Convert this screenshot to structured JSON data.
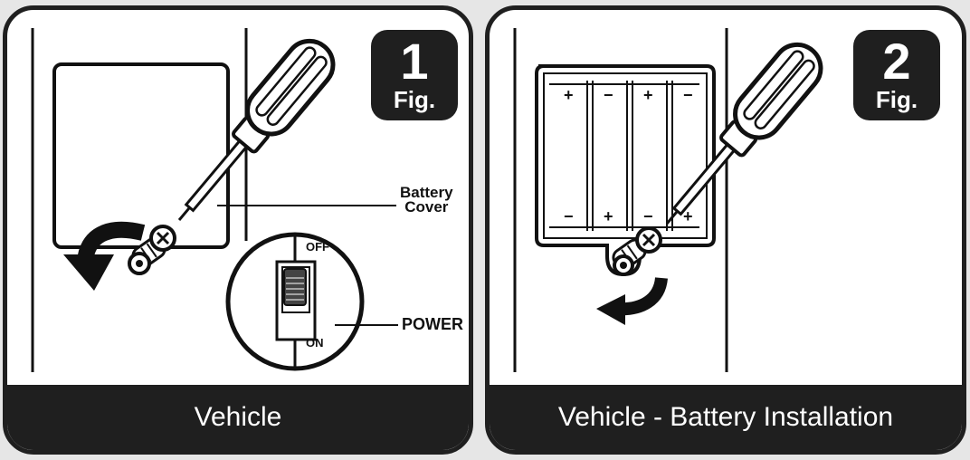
{
  "panels": [
    {
      "caption": "Vehicle",
      "badge": {
        "number": "1",
        "fig": "Fig."
      },
      "labels": {
        "battery_line1": "Battery",
        "battery_line2": "Cover",
        "off": "OFF",
        "on": "ON",
        "power": "POWER"
      }
    },
    {
      "caption": "Vehicle - Battery Installation",
      "badge": {
        "number": "2",
        "fig": "Fig."
      },
      "polarity": {
        "top": [
          "+",
          "−",
          "+",
          "−"
        ],
        "bottom": [
          "−",
          "+",
          "−",
          "+"
        ]
      }
    }
  ],
  "colors": {
    "dark": "#1f1f1f",
    "background": "#e6e6e6",
    "panel": "#ffffff",
    "outline": "#111111"
  }
}
